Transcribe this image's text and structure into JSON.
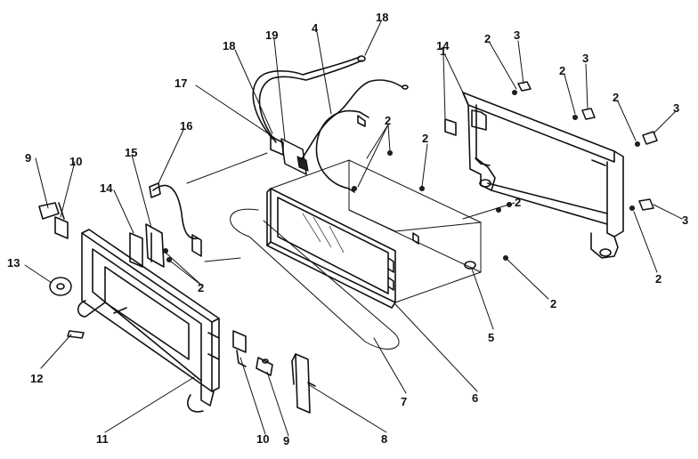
{
  "callouts": [
    {
      "id": "c1",
      "text": "1"
    },
    {
      "id": "c2a",
      "text": "2"
    },
    {
      "id": "c3a",
      "text": "3"
    },
    {
      "id": "c2b",
      "text": "2"
    },
    {
      "id": "c3b",
      "text": "3"
    },
    {
      "id": "c2c",
      "text": "2"
    },
    {
      "id": "c3c",
      "text": "3"
    },
    {
      "id": "c3d",
      "text": "3"
    },
    {
      "id": "c2d",
      "text": "2"
    },
    {
      "id": "c2e",
      "text": "2"
    },
    {
      "id": "c2f",
      "text": "2"
    },
    {
      "id": "c2g",
      "text": "2"
    },
    {
      "id": "c2h",
      "text": "2"
    },
    {
      "id": "c2i",
      "text": "2"
    },
    {
      "id": "c4",
      "text": "4"
    },
    {
      "id": "c5",
      "text": "5"
    },
    {
      "id": "c6",
      "text": "6"
    },
    {
      "id": "c7",
      "text": "7"
    },
    {
      "id": "c8",
      "text": "8"
    },
    {
      "id": "c9a",
      "text": "9"
    },
    {
      "id": "c9b",
      "text": "9"
    },
    {
      "id": "c10a",
      "text": "10"
    },
    {
      "id": "c10b",
      "text": "10"
    },
    {
      "id": "c11",
      "text": "11"
    },
    {
      "id": "c12",
      "text": "12"
    },
    {
      "id": "c13",
      "text": "13"
    },
    {
      "id": "c14a",
      "text": "14"
    },
    {
      "id": "c14b",
      "text": "14"
    },
    {
      "id": "c15",
      "text": "15"
    },
    {
      "id": "c16",
      "text": "16"
    },
    {
      "id": "c17",
      "text": "17"
    },
    {
      "id": "c18a",
      "text": "18"
    },
    {
      "id": "c18b",
      "text": "18"
    },
    {
      "id": "c19",
      "text": "19"
    }
  ]
}
